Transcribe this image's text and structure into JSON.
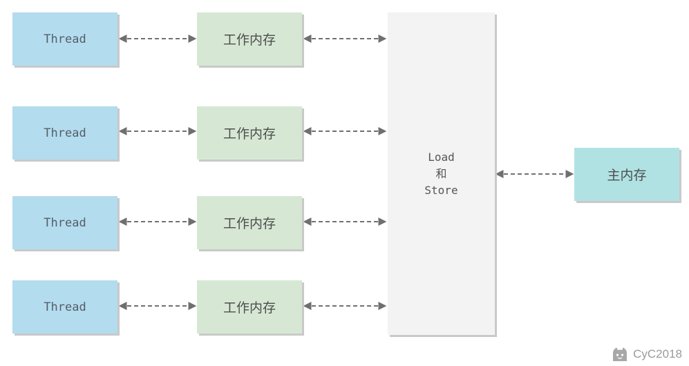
{
  "diagram": {
    "rows": [
      {
        "thread_label": "Thread",
        "memory_label": "工作内存"
      },
      {
        "thread_label": "Thread",
        "memory_label": "工作内存"
      },
      {
        "thread_label": "Thread",
        "memory_label": "工作内存"
      },
      {
        "thread_label": "Thread",
        "memory_label": "工作内存"
      }
    ],
    "load_store": {
      "line1": "Load",
      "line2": "和",
      "line3": "Store"
    },
    "main_memory_label": "主内存",
    "arrow_color": "#6f6f6f",
    "colors": {
      "thread": "#b3dcef",
      "working_memory": "#d6e8d4",
      "load_store": "#f3f3f3",
      "main_memory": "#b0e2e3"
    }
  },
  "watermark": {
    "icon": "github-octocat-icon",
    "text": "CyC2018"
  }
}
